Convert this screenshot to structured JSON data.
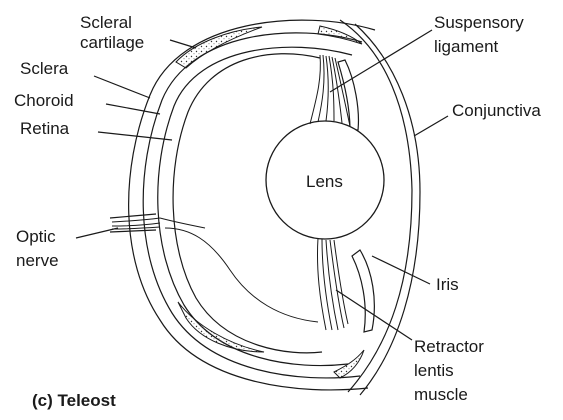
{
  "labels": {
    "scleral_cartilage_1": "Scleral",
    "scleral_cartilage_2": "cartilage",
    "sclera": "Sclera",
    "choroid": "Choroid",
    "retina": "Retina",
    "optic_nerve_1": "Optic",
    "optic_nerve_2": "nerve",
    "suspensory_ligament_1": "Suspensory",
    "suspensory_ligament_2": "ligament",
    "conjunctiva": "Conjunctiva",
    "lens": "Lens",
    "iris": "Iris",
    "retractor_1": "Retractor",
    "retractor_2": "lentis",
    "retractor_3": "muscle"
  },
  "caption": "(c) Teleost"
}
